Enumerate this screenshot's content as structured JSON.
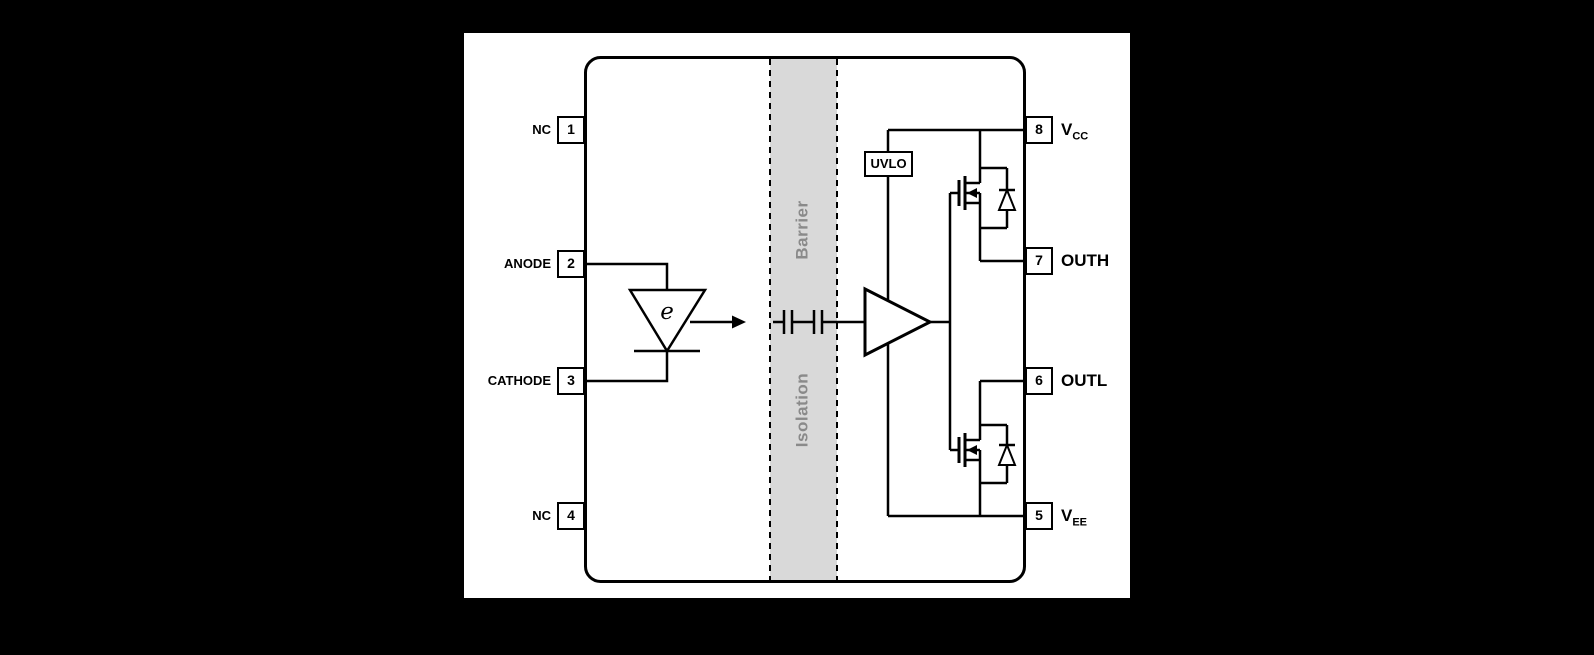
{
  "canvas": {
    "background": "#000000",
    "panel_background": "#ffffff"
  },
  "left_pins": [
    {
      "number": "1",
      "label": "NC"
    },
    {
      "number": "2",
      "label": "ANODE"
    },
    {
      "number": "3",
      "label": "CATHODE"
    },
    {
      "number": "4",
      "label": "NC"
    }
  ],
  "right_pins": [
    {
      "number": "8",
      "label_main": "V",
      "label_sub": "CC"
    },
    {
      "number": "7",
      "label_main": "OUTH",
      "label_sub": ""
    },
    {
      "number": "6",
      "label_main": "OUTL",
      "label_sub": ""
    },
    {
      "number": "5",
      "label_main": "V",
      "label_sub": "EE"
    }
  ],
  "isolation": {
    "word_top": "Barrier",
    "word_bottom": "Isolation",
    "band_fill": "#d9d9d9",
    "label_color": "#8a8a8a"
  },
  "blocks": {
    "uvlo_label": "UVLO",
    "emitter_symbol": "e"
  }
}
